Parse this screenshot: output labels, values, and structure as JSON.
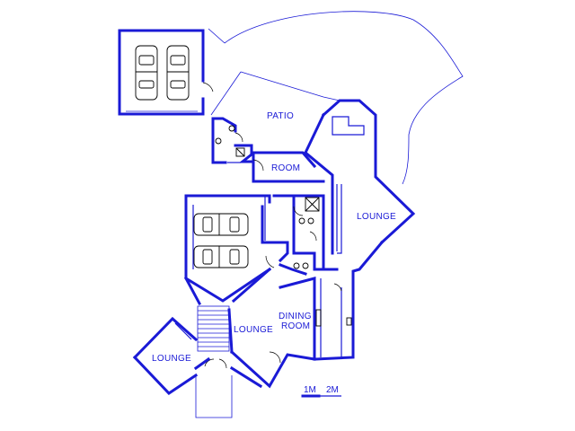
{
  "rooms": {
    "patio": "PATIO",
    "room": "ROOM",
    "lounge_right": "LOUNGE",
    "dining_line1": "DINING",
    "dining_line2": "ROOM",
    "lounge_center": "LOUNGE",
    "lounge_left": "LOUNGE"
  },
  "scale": {
    "label_1": "1M",
    "label_2": "2M"
  },
  "colors": {
    "wall": "#1a1ad6",
    "fixture": "#000000",
    "background": "#ffffff"
  }
}
